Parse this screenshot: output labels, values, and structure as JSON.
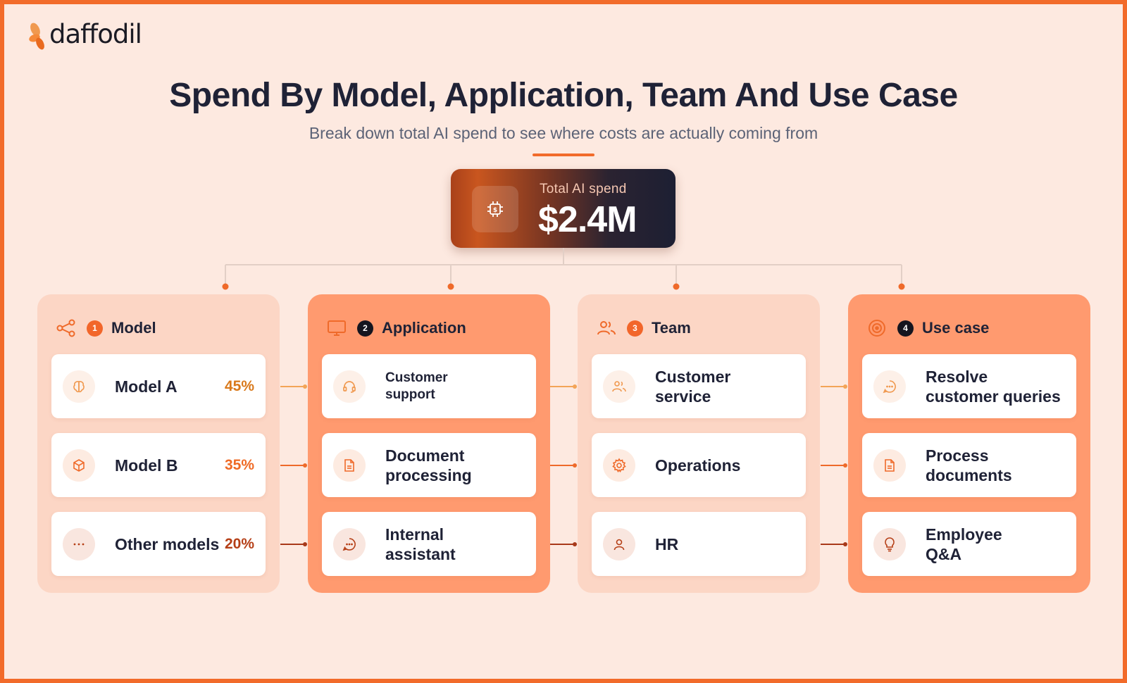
{
  "brand": {
    "name": "daffodil"
  },
  "header": {
    "title": "Spend By Model, Application, Team And Use Case",
    "subtitle": "Break down total AI spend to see where costs are actually coming from"
  },
  "total": {
    "label": "Total AI spend",
    "value": "$2.4M",
    "icon": "chip-dollar-icon"
  },
  "colors": {
    "accent": "#f26b2a",
    "pct_a": "#d9791b",
    "pct_b": "#ef6a25",
    "pct_c": "#b53f17",
    "link_1": "#f3a457",
    "link_2": "#ee6a2a",
    "link_3": "#a8391a"
  },
  "columns": [
    {
      "number": "1",
      "title": "Model",
      "icon": "share-nodes-icon",
      "items": [
        {
          "label": "Model A",
          "pct": "45%",
          "icon": "brain-icon"
        },
        {
          "label": "Model B",
          "pct": "35%",
          "icon": "cube-icon"
        },
        {
          "label": "Other models",
          "pct": "20%",
          "icon": "ellipsis-icon"
        }
      ]
    },
    {
      "number": "2",
      "title": "Application",
      "icon": "monitor-icon",
      "items": [
        {
          "label": "Customer\nsupport",
          "icon": "headset-icon"
        },
        {
          "label": "Document\nprocessing",
          "icon": "document-icon"
        },
        {
          "label": "Internal\nassistant",
          "icon": "chat-bubble-icon"
        }
      ]
    },
    {
      "number": "3",
      "title": "Team",
      "icon": "users-icon",
      "items": [
        {
          "label": "Customer\nservice",
          "icon": "users-icon"
        },
        {
          "label": "Operations",
          "icon": "gear-icon"
        },
        {
          "label": "HR",
          "icon": "user-icon"
        }
      ]
    },
    {
      "number": "4",
      "title": "Use case",
      "icon": "target-icon",
      "items": [
        {
          "label": "Resolve\ncustomer queries",
          "icon": "chat-bubble-icon"
        },
        {
          "label": "Process\ndocuments",
          "icon": "document-icon"
        },
        {
          "label": "Employee\nQ&A",
          "icon": "lightbulb-icon"
        }
      ]
    }
  ]
}
